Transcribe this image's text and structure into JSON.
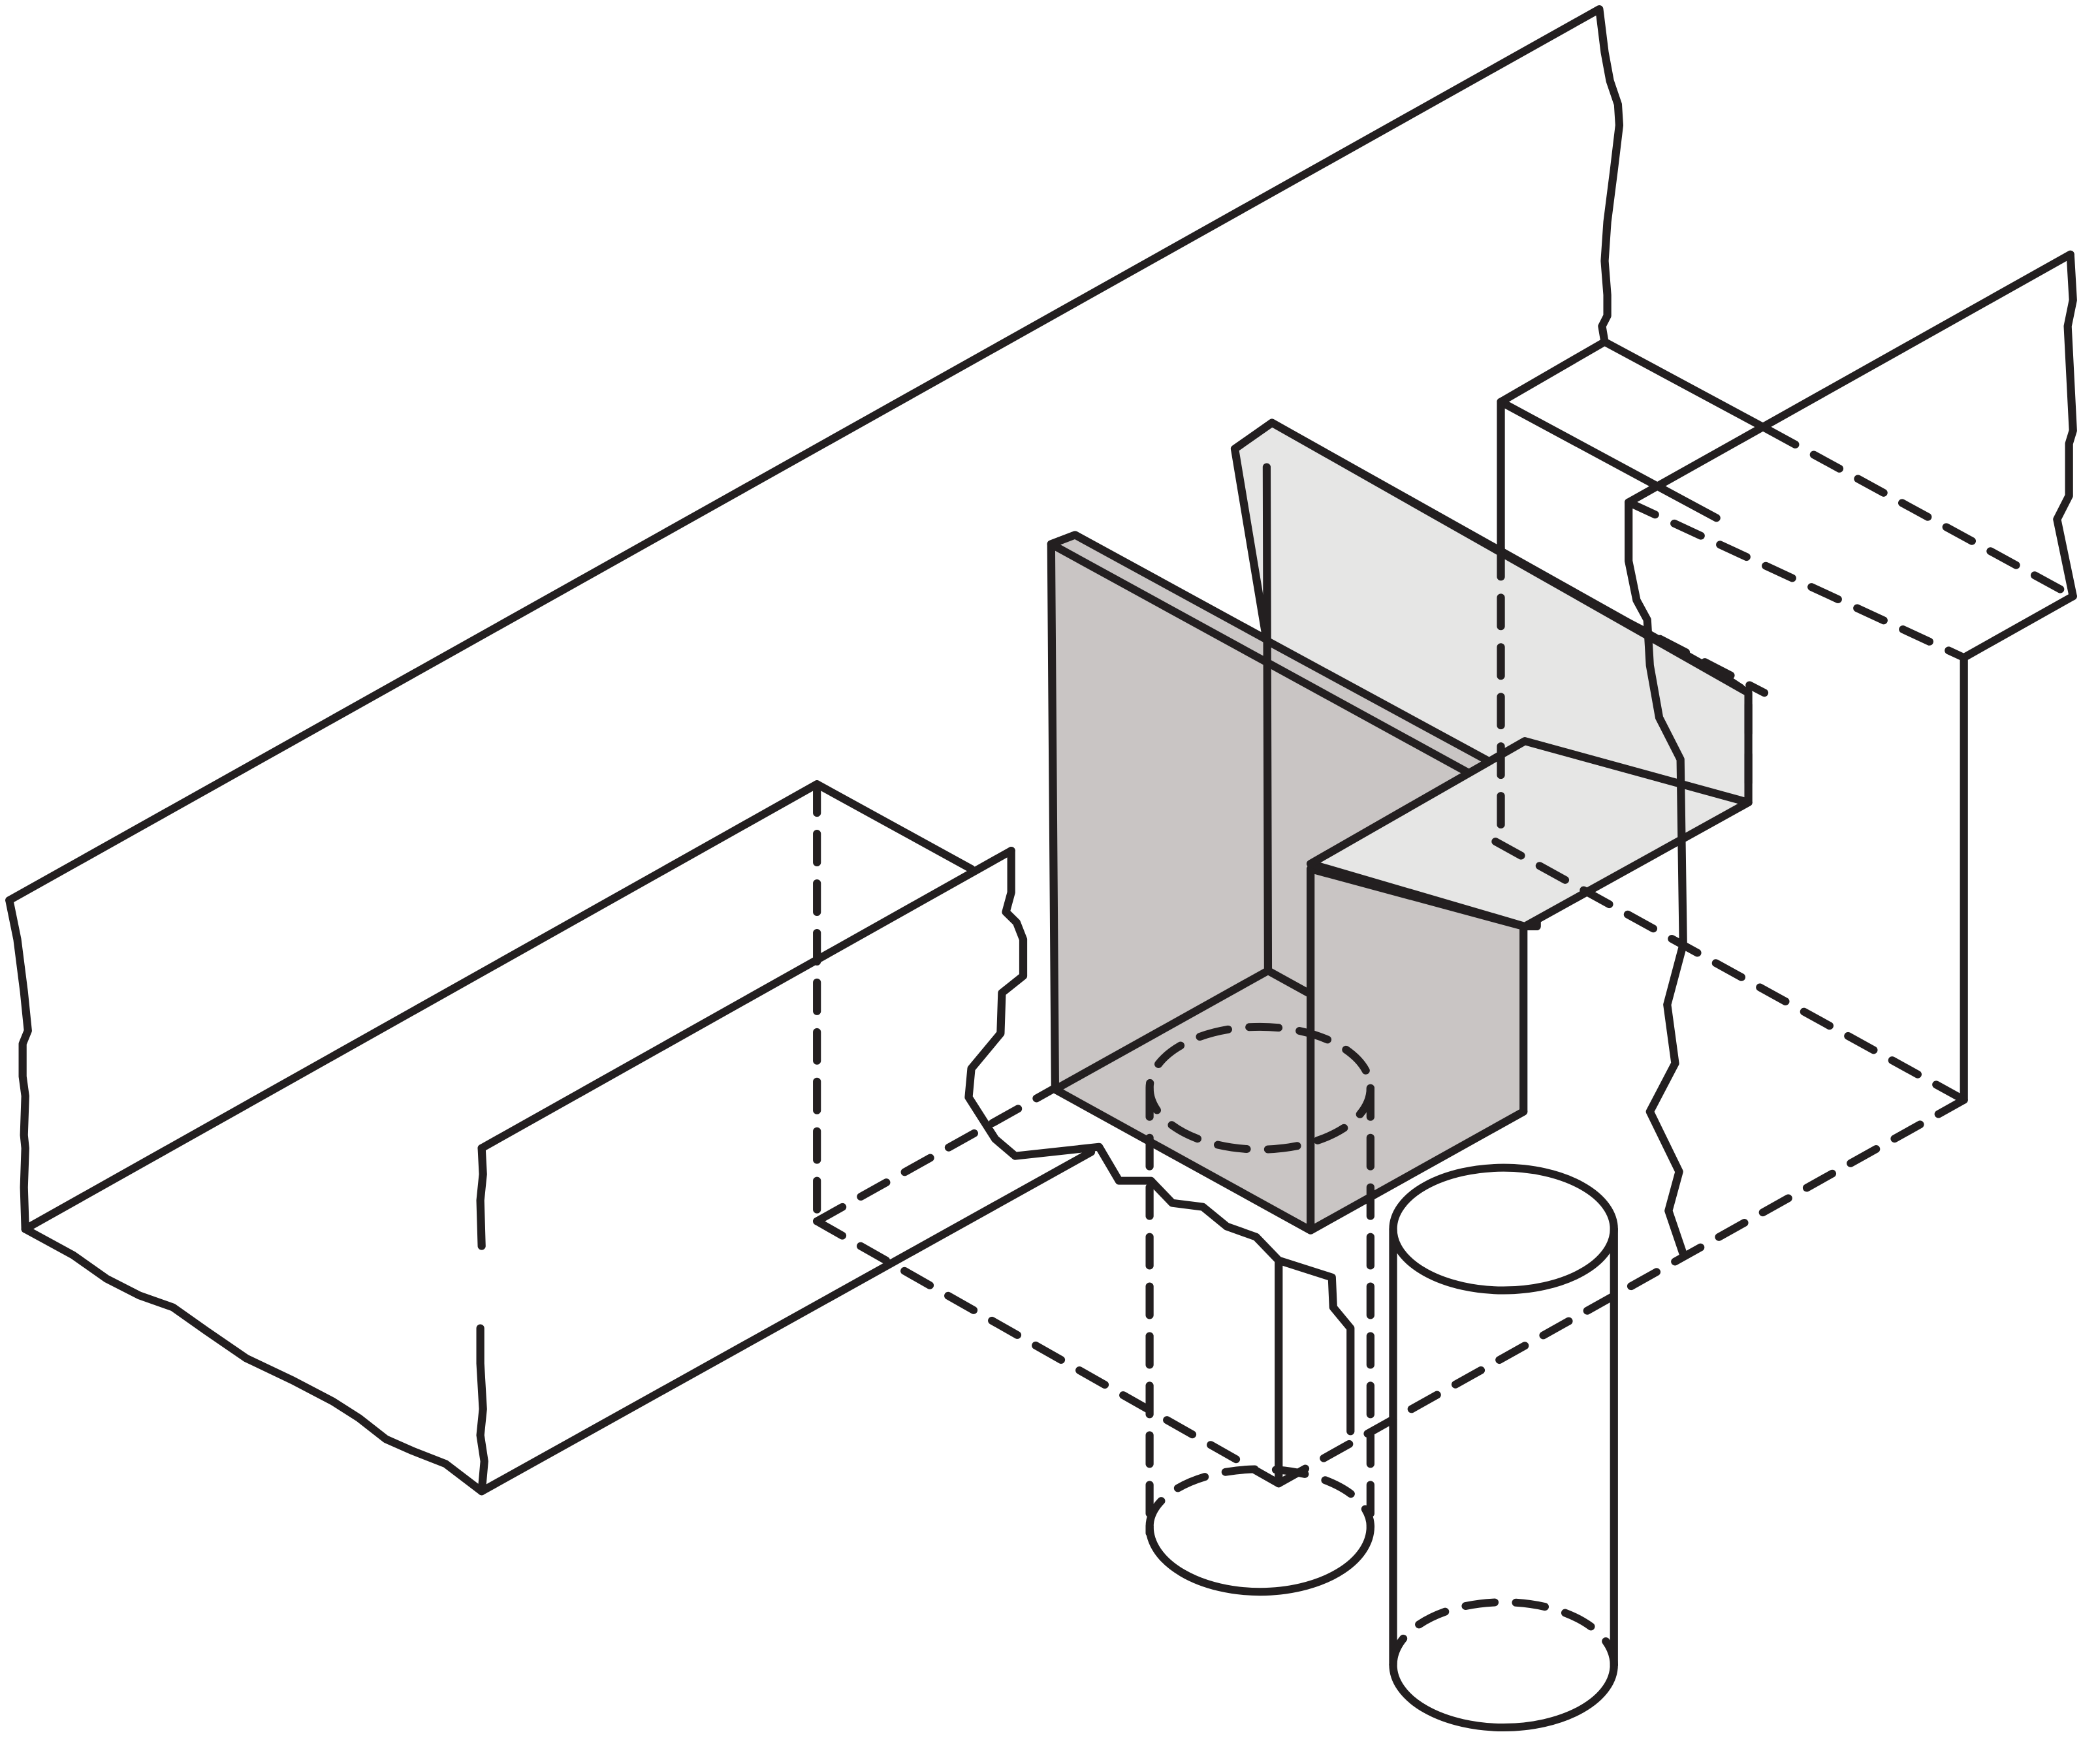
{
  "figure": {
    "type": "isometric-exploded-diagram",
    "colors": {
      "line": "#231f20",
      "background": "#ffffff",
      "plate_dark": "#c9c5c4",
      "plate_light": "#e6e6e5"
    },
    "parts": [
      "left-beam",
      "front-beam",
      "right-wall-block",
      "angle-bracket-dark",
      "angle-bracket-light",
      "cylinder-rear",
      "cylinder-front"
    ]
  }
}
